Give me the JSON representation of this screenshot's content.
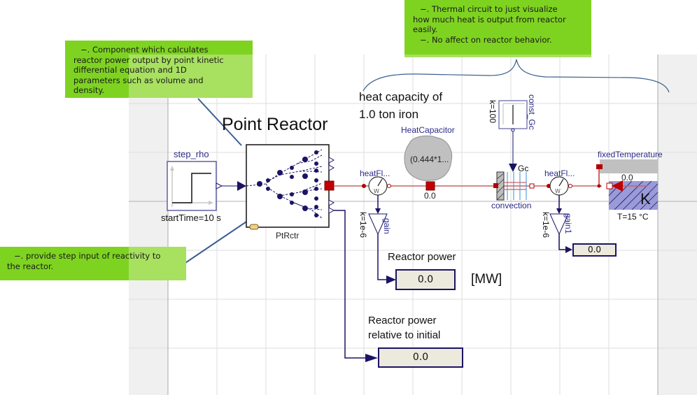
{
  "notes": {
    "reactor_note": {
      "line1": "−. Component which calculates",
      "line2": "reactor power output by point kinetic",
      "line3": "differential equation and 1D",
      "line4": "parameters such as volume and",
      "line5": "density."
    },
    "thermal_note": {
      "line1": "−. Thermal circuit to just visualize",
      "line2": "how much heat is output from reactor",
      "line3": "easily.",
      "line4": "−. No affect on reactor behavior."
    },
    "step_note": {
      "line1": "−. provide step input of reactivity to",
      "line2": "the reactor."
    }
  },
  "titles": {
    "point_reactor": "Point Reactor",
    "heat_capacity_line1": "heat capacity of",
    "heat_capacity_line2": "1.0 ton iron",
    "reactor_power": "Reactor power",
    "unit_mw": "[MW]",
    "reactor_power_rel_line1": "Reactor power",
    "reactor_power_rel_line2": "relative to initial"
  },
  "components": {
    "step_rho": {
      "name": "step_rho",
      "param": "startTime=10 s"
    },
    "reactor": {
      "name": "PtRctr"
    },
    "heat_flow_sensor1": {
      "name": "heatFl..."
    },
    "gain": {
      "name": "gain",
      "param": "k=1e-6"
    },
    "heat_capacitor": {
      "name": "HeatCapacitor",
      "param": "(0.444*1...",
      "value": "0.0"
    },
    "const_gc": {
      "name": "const_Gc",
      "param": "k=100"
    },
    "convection": {
      "name": "convection",
      "port_label": "Gc"
    },
    "heat_flow_sensor2": {
      "name": "heatFl..."
    },
    "gain1": {
      "name": "gain1",
      "param": "k=1e-6"
    },
    "fixed_temperature": {
      "name": "fixedTemperature",
      "value": "0.0",
      "param": "T=15 °C",
      "unit_glyph": "K"
    }
  },
  "displays": {
    "gain1_display": "0.0",
    "reactor_power_display": "0.0",
    "reactor_power_rel_display": "0.0"
  },
  "colors": {
    "note_green": "#7ed321",
    "note_green_light": "#a8e060",
    "connector_blue": "#1b1464",
    "heat_red": "#b30000",
    "heat_line": "#c86464",
    "annotation_line": "#3a5f8f",
    "component_label": "#2a2a8a"
  }
}
